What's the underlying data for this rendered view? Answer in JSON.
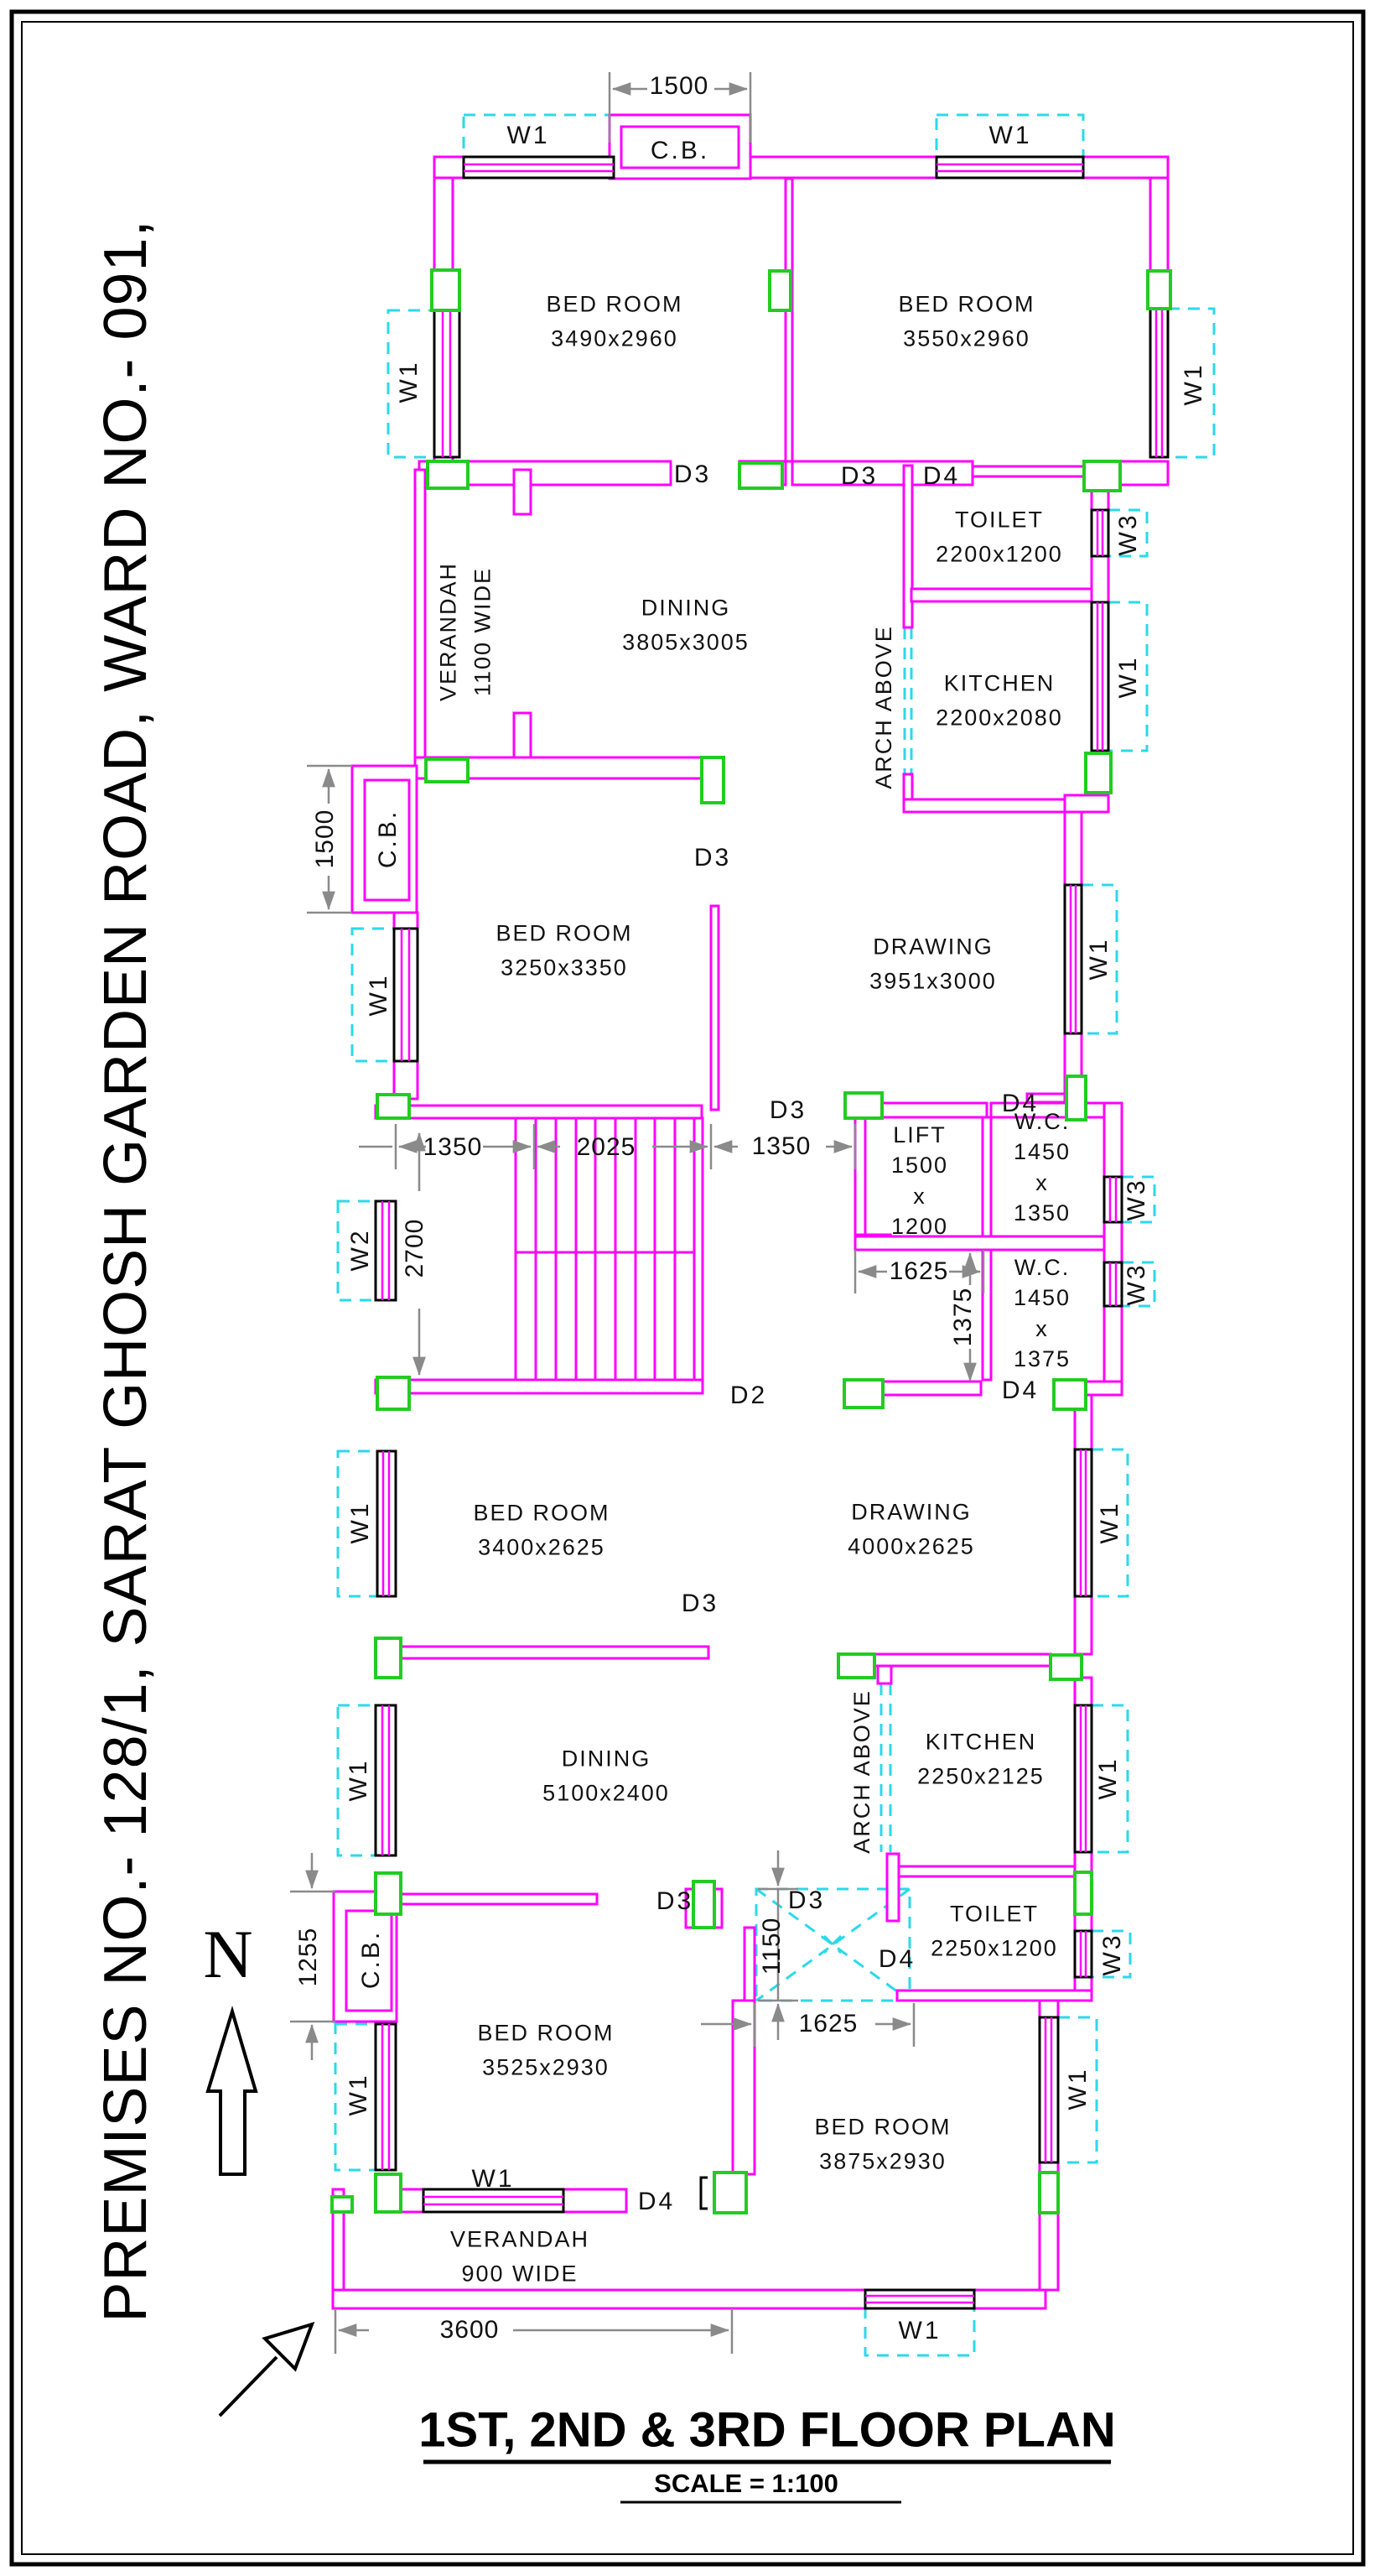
{
  "sheet": {
    "side_text": "PREMISES NO.- 128/1, SARAT GHOSH GARDEN ROAD, WARD NO.- 091,",
    "title": "1ST, 2ND & 3RD FLOOR PLAN",
    "scale_label": "SCALE = 1:100",
    "north_letter": "N"
  },
  "colors": {
    "wall": "#FF00FF",
    "window_dash": "#2BD9EA",
    "fitting": "#22CC22",
    "dimension": "#8A8A8A",
    "text": "#111111"
  },
  "tags": {
    "w1": "W1",
    "w2": "W2",
    "w3": "W3",
    "d2": "D2",
    "d3": "D3",
    "d4": "D4",
    "cb": "C.B."
  },
  "rooms": {
    "bed_tl": {
      "name": "BED ROOM",
      "size": "3490x2960"
    },
    "bed_tr": {
      "name": "BED ROOM",
      "size": "3550x2960"
    },
    "toilet1": {
      "name": "TOILET",
      "size": "2200x1200"
    },
    "kitchen1": {
      "name": "KITCHEN",
      "size": "2200x2080"
    },
    "dining1": {
      "name": "DINING",
      "size": "3805x3005"
    },
    "verandah1": {
      "name": "VERANDAH",
      "size": "1100 WIDE"
    },
    "bed_ml": {
      "name": "BED ROOM",
      "size": "3250x3350"
    },
    "drawing1": {
      "name": "DRAWING",
      "size": "3951x3000"
    },
    "lift": {
      "name": "LIFT",
      "l1": "1500",
      "l2": "x",
      "l3": "1200"
    },
    "wc1": {
      "name": "W.C.",
      "l1": "1450",
      "l2": "x",
      "l3": "1350"
    },
    "wc2": {
      "name": "W.C.",
      "l1": "1450",
      "l2": "x",
      "l3": "1375"
    },
    "bed_cl": {
      "name": "BED ROOM",
      "size": "3400x2625"
    },
    "drawing2": {
      "name": "DRAWING",
      "size": "4000x2625"
    },
    "dining2": {
      "name": "DINING",
      "size": "5100x2400"
    },
    "kitchen2": {
      "name": "KITCHEN",
      "size": "2250x2125"
    },
    "toilet2": {
      "name": "TOILET",
      "size": "2250x1200"
    },
    "bed_bl": {
      "name": "BED ROOM",
      "size": "3525x2930"
    },
    "bed_br": {
      "name": "BED ROOM",
      "size": "3875x2930"
    },
    "verandah2": {
      "name": "VERANDAH",
      "size": "900 WIDE"
    },
    "arch_above": "ARCH ABOVE"
  },
  "dims": {
    "cb_top": "1500",
    "cb_left": "1500",
    "cb_bottom": "1255",
    "stair_left": "1350",
    "stair_mid": "2025",
    "stair_right": "1350",
    "stair_height": "2700",
    "lift_lobby": "1625",
    "wc_height": "1375",
    "shaft_height": "1150",
    "shaft_width": "1625",
    "verandah_width": "3600"
  }
}
